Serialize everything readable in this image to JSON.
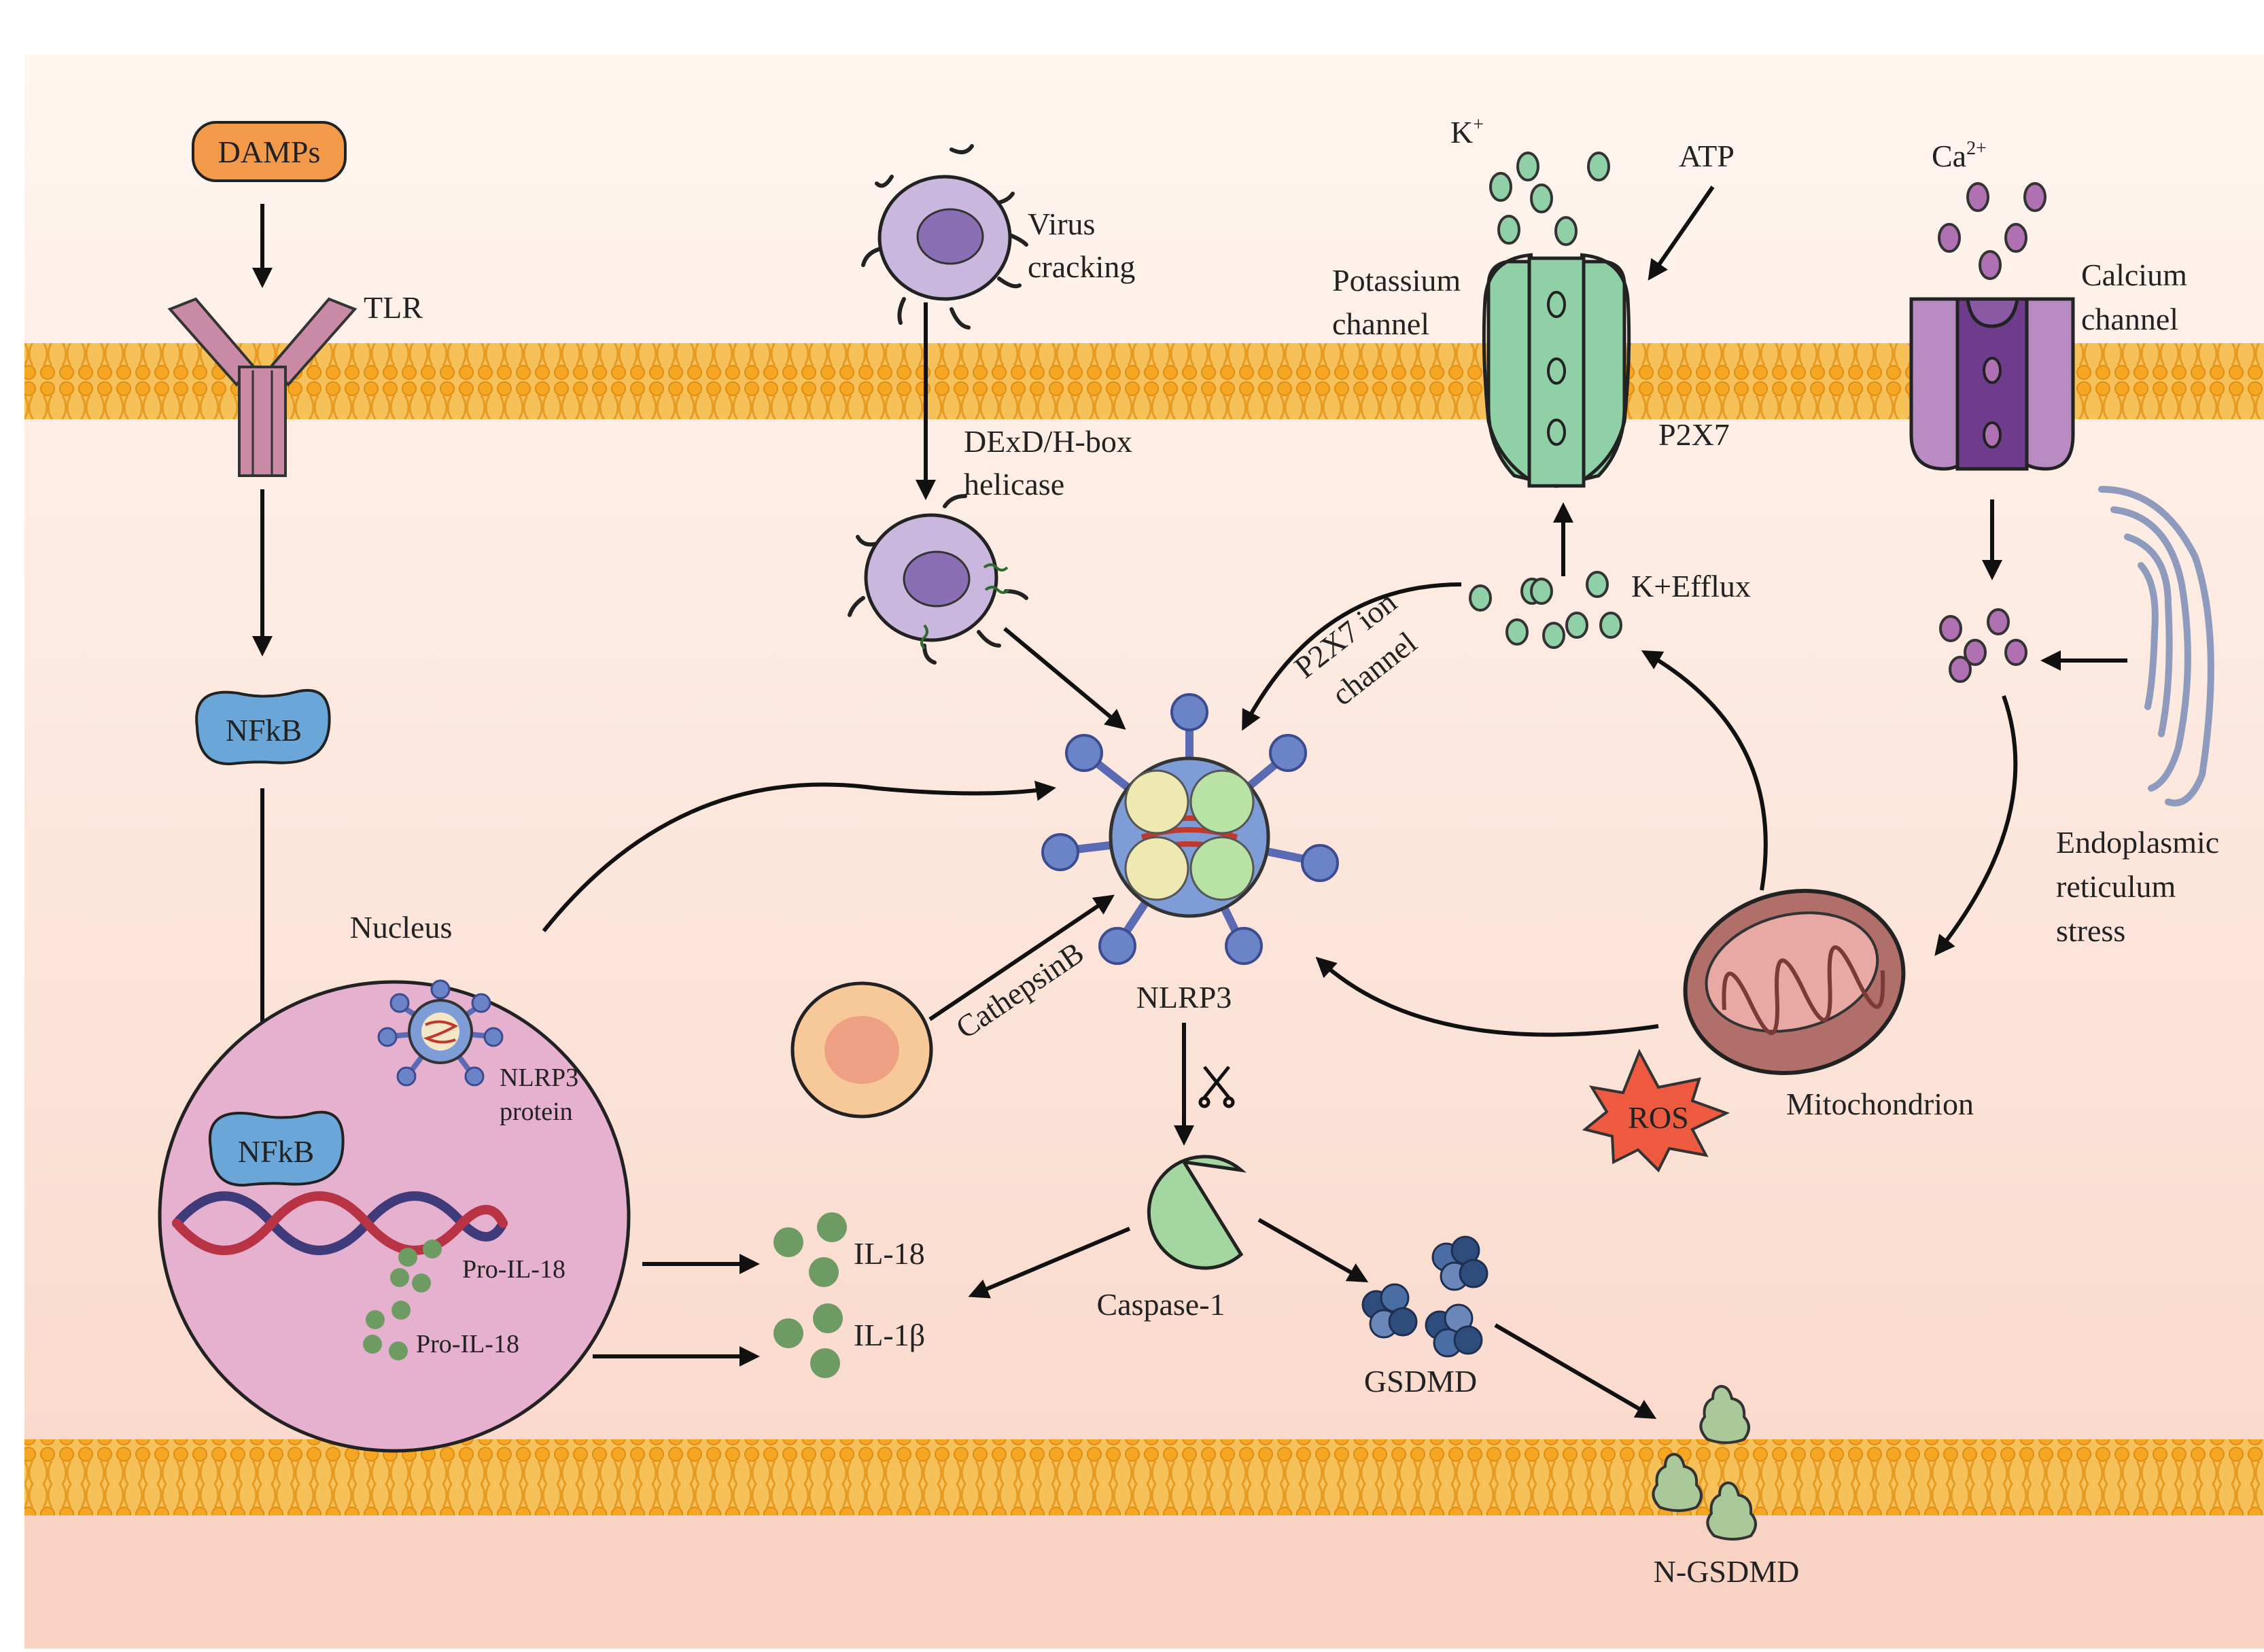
{
  "labels": {
    "damps": "DAMPs",
    "tlr": "TLR",
    "nfkb_cyto": "NFkB",
    "nucleus": "Nucleus",
    "nlrp3_protein_1": "NLRP3",
    "nlrp3_protein_2": "protein",
    "nfkb_nuc": "NFkB",
    "pro_il18_a": "Pro-IL-18",
    "pro_il18_b": "Pro-IL-18",
    "il18": "IL-18",
    "il1b": "IL-1β",
    "virus_1": "Virus",
    "virus_2": "cracking",
    "dexd_1": "DExD/H-box",
    "dexd_2": "helicase",
    "nlrp3": "NLRP3",
    "cathepsin": "CathepsinB",
    "caspase": "Caspase-1",
    "gsdmd": "GSDMD",
    "n_gsdmd": "N-GSDMD",
    "k_ion": "K",
    "k_sup": "+",
    "atp": "ATP",
    "potassium_1": "Potassium",
    "potassium_2": "channel",
    "p2x7": "P2X7",
    "k_efflux": "K+Efflux",
    "p2x7_ion_1": "P2X7 ion",
    "p2x7_ion_2": "channel",
    "ca_ion": "Ca",
    "ca_sup": "2+",
    "calcium_1": "Calcium",
    "calcium_2": "channel",
    "er_1": "Endoplasmic",
    "er_2": "reticulum",
    "er_3": "stress",
    "ros": "ROS",
    "mito": "Mitochondrion"
  },
  "colors": {
    "membrane": "#f5b13d",
    "cytoplasm_top": "#fff5ee",
    "cytoplasm_bottom": "#f9d9cc",
    "damps": "#f29a4a",
    "tlr": "#c98aa6",
    "nfkb": "#6aa7d8",
    "nucleus": "#e6b0cf",
    "nlrp3_body": "#7e9dd6",
    "nlrp3_spokes": "#5a6bb3",
    "potassium": "#8fd0a6",
    "calcium": "#b071b3",
    "green_dot": "#6e9a63",
    "mito": "#b06f68",
    "ros": "#ee5a3f",
    "caspase": "#a3d6a1",
    "gsdmd": "#2f4d7c",
    "n_gsdmd": "#a9c99a"
  }
}
